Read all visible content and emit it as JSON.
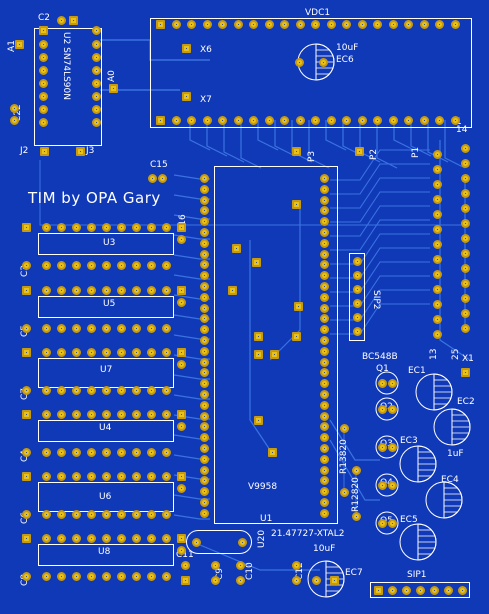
{
  "board": {
    "title": "TIM by OPA Gary",
    "colors": {
      "substrate": "#1039b8",
      "trace": "#3a73e0",
      "pad": "#e8c21a",
      "silk": "#ffffff"
    }
  },
  "labels": {
    "vdc1": "VDC1",
    "c2": "C2",
    "a1": "A1",
    "u2": "U2 SN74LS90N",
    "a0": "A0",
    "x6": "X6",
    "x7": "X7",
    "ec6_value": "10uF",
    "ec6": "EC6",
    "c22": "C22",
    "j2": "J2",
    "j3": "J3",
    "c15": "C15",
    "p3": "P3",
    "p2": "P2",
    "p1": "P1",
    "c16": "C16",
    "u3": "U3",
    "c3": "C3",
    "u5": "U5",
    "c5": "C5",
    "u7": "U7",
    "c7": "C7",
    "u4": "U4",
    "c4": "C4",
    "u6": "U6",
    "c6": "C6",
    "u8": "U8",
    "c8": "C8",
    "sip2": "SIP2",
    "bc548b": "BC548B",
    "q1": "Q1",
    "q2": "Q2",
    "q3": "Q3",
    "q4": "Q4",
    "q5": "Q5",
    "ec1": "EC1",
    "ec2": "EC2",
    "ec3": "EC3",
    "ec2_value": "1uF",
    "ec4": "EC4",
    "ec5": "EC5",
    "x1": "X1",
    "r13820": "R13820",
    "r12820": "R12820",
    "v9958": "V9958",
    "u1": "U1",
    "xtal": "21.47727-XTAL2",
    "u20": "U20",
    "c11": "C11",
    "c9": "C9",
    "c10": "C10",
    "c12": "C12",
    "ec7_value": "10uF",
    "ec7": "EC7",
    "sip1": "SIP1",
    "pin13": "13",
    "pin25": "25",
    "pin1": "1",
    "pin14": "14"
  }
}
